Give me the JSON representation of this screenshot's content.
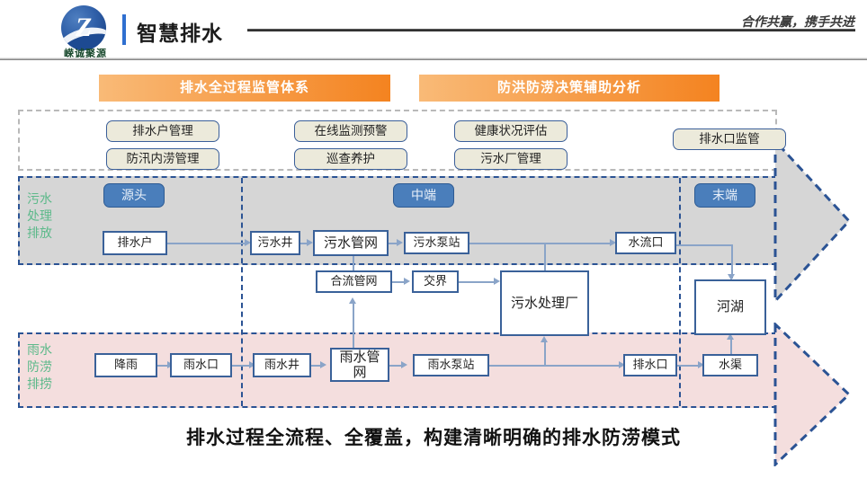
{
  "header": {
    "logo_mark": "z-logo-icon",
    "logo_text": "嵘诚聚源",
    "title": "智慧排水",
    "tagline": "合作共赢，携手共进"
  },
  "banners": [
    {
      "id": "banner-left",
      "label": "排水全过程监管体系"
    },
    {
      "id": "banner-right",
      "label": "防洪防涝决策辅助分析"
    }
  ],
  "capabilities": [
    {
      "label": "排水户管理"
    },
    {
      "label": "防汛内涝管理"
    },
    {
      "label": "在线监测预警"
    },
    {
      "label": "巡查养护"
    },
    {
      "label": "健康状况评估"
    },
    {
      "label": "污水厂管理"
    },
    {
      "label": "排水口监管"
    }
  ],
  "stages": [
    {
      "label": "源头"
    },
    {
      "label": "中端"
    },
    {
      "label": "末端"
    }
  ],
  "bands": {
    "sewage": {
      "label": "污水\n处理\n排放"
    },
    "storm": {
      "label": "雨水\n防涝\n排捞"
    }
  },
  "nodes": {
    "sewage_row": [
      {
        "label": "排水户"
      },
      {
        "label": "污水井"
      },
      {
        "label": "污水管网"
      },
      {
        "label": "污水泵站"
      },
      {
        "label": "水流口"
      }
    ],
    "middle_row": [
      {
        "label": "合流管网"
      },
      {
        "label": "交界"
      },
      {
        "label": "污水处理厂"
      },
      {
        "label": "河湖"
      }
    ],
    "storm_row": [
      {
        "label": "降雨"
      },
      {
        "label": "雨水口"
      },
      {
        "label": "雨水井"
      },
      {
        "label": "雨水管网"
      },
      {
        "label": "雨水泵站"
      },
      {
        "label": "排水口"
      },
      {
        "label": "水渠"
      }
    ]
  },
  "caption": "排水过程全流程、全覆盖，构建清晰明确的排水防涝模式",
  "colors": {
    "accent_orange": "#f48320",
    "accent_blue": "#2b5394",
    "band_sewage": "#d6d6d6",
    "band_storm": "#f4dede",
    "capability_fill": "#eceadb",
    "stage_pill": "#4a7ebb",
    "band_label": "#5cb98a"
  }
}
